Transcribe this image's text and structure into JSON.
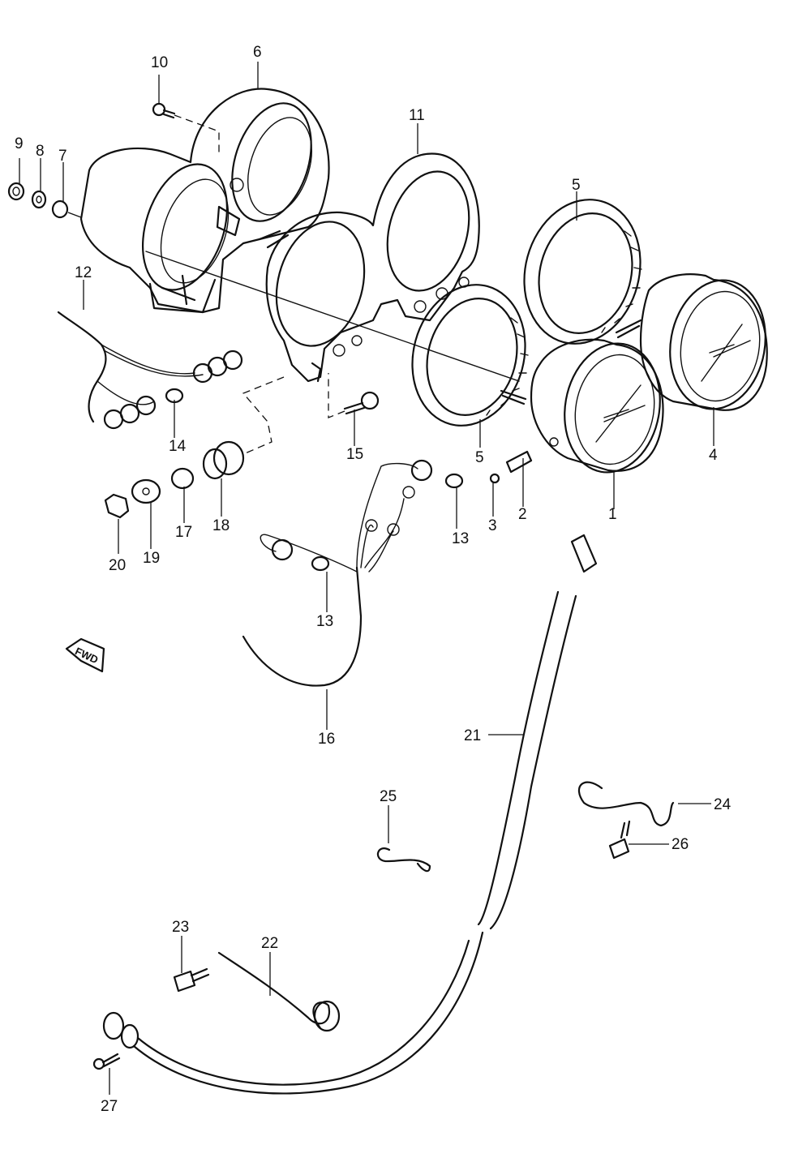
{
  "diagram": {
    "fwd_marker": "FWD",
    "part_labels": {
      "p1": "1",
      "p2": "2",
      "p3": "3",
      "p4": "4",
      "p5a": "5",
      "p5b": "5",
      "p6": "6",
      "p7": "7",
      "p8": "8",
      "p9": "9",
      "p10": "10",
      "p11": "11",
      "p12": "12",
      "p13a": "13",
      "p13b": "13",
      "p14": "14",
      "p15": "15",
      "p16": "16",
      "p17": "17",
      "p18": "18",
      "p19": "19",
      "p20": "20",
      "p21": "21",
      "p22": "22",
      "p23": "23",
      "p24": "24",
      "p25": "25",
      "p26": "26",
      "p27": "27"
    }
  }
}
